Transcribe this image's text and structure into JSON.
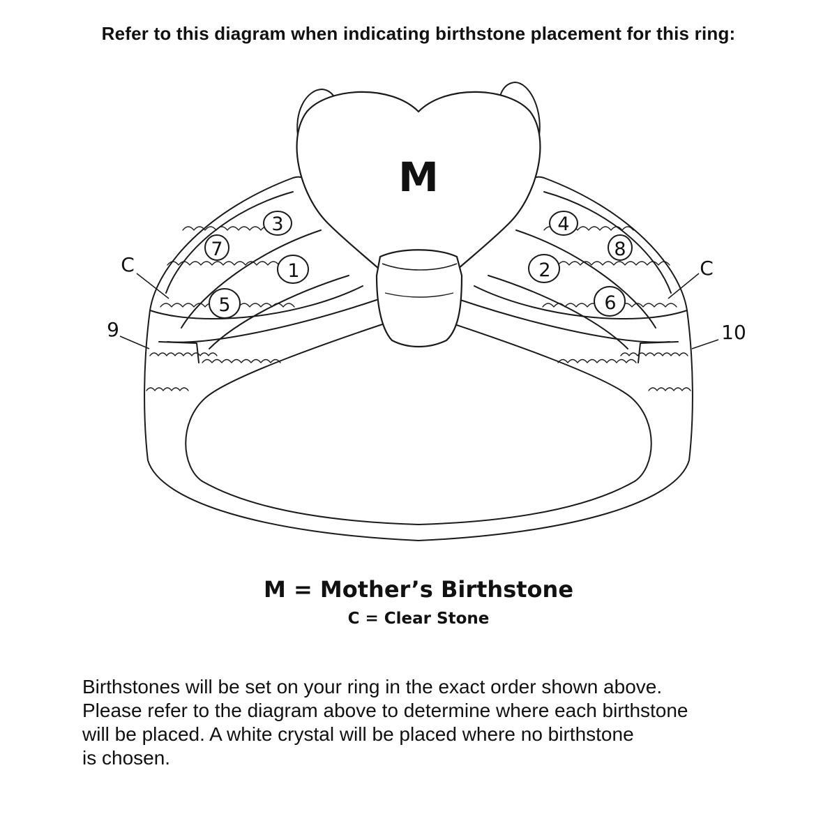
{
  "heading": "Refer to this diagram when indicating birthstone placement for this ring:",
  "center_stone_label": "M",
  "stone_labels": {
    "s1": "1",
    "s2": "2",
    "s3": "3",
    "s4": "4",
    "s5": "5",
    "s6": "6",
    "s7": "7",
    "s8": "8",
    "s9": "9",
    "s10": "10",
    "c_left": "C",
    "c_right": "C"
  },
  "legend": {
    "mother": "M = Mother’s Birthstone",
    "clear": "C = Clear Stone"
  },
  "note_lines": [
    "Birthstones will be set on your ring in the exact order shown above.",
    "Please refer to the diagram above to determine where each birthstone",
    "will be placed. A white crystal will be placed where no birthstone",
    "is chosen."
  ],
  "colors": {
    "line": "#1a1a1a",
    "text": "#111111",
    "background": "#ffffff"
  }
}
